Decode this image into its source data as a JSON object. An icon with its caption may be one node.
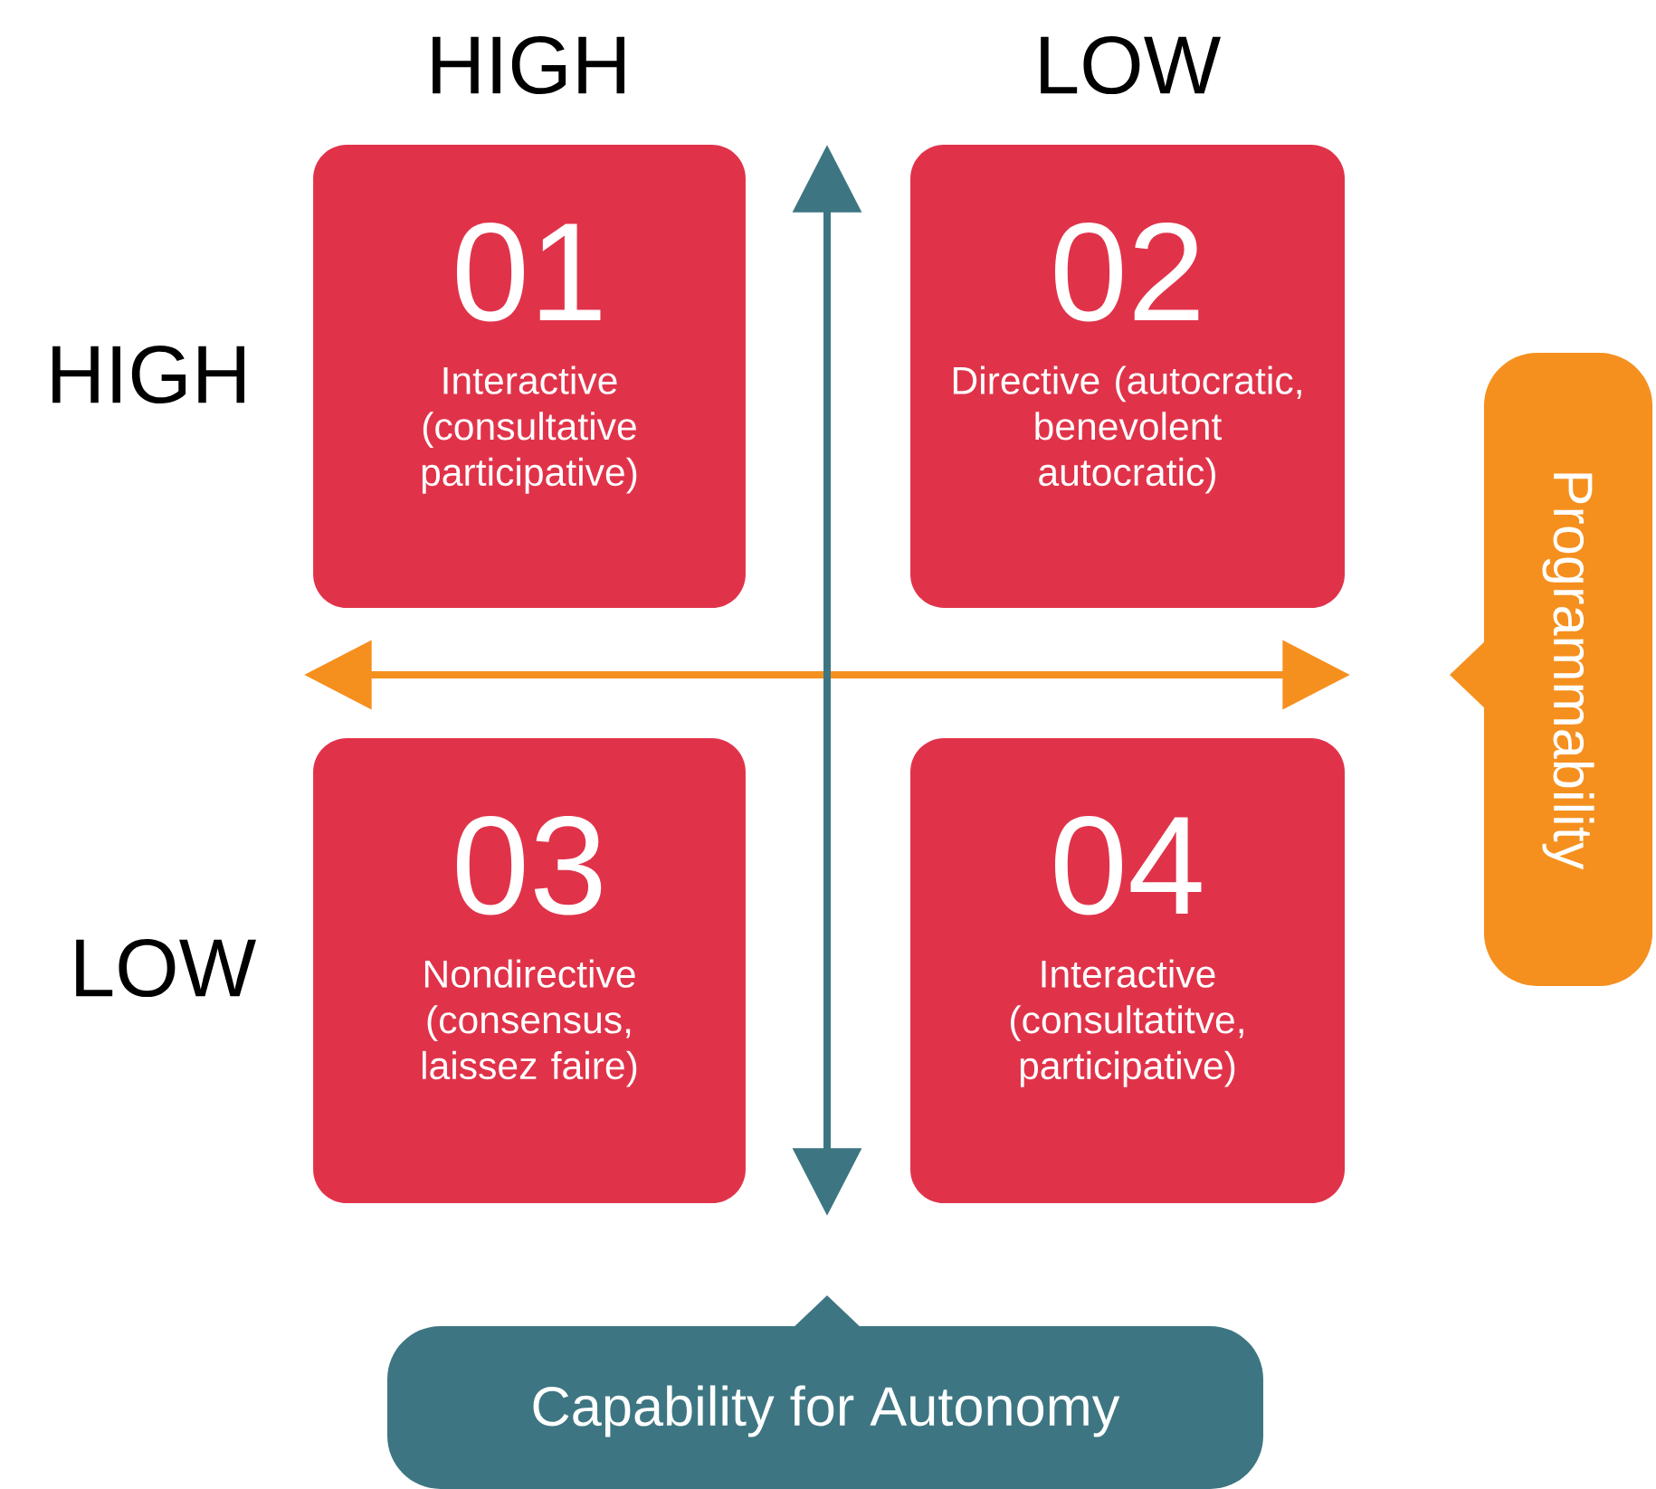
{
  "diagram": {
    "nodes": [
      {
        "text": [
          "01",
          "Interactive (consultative participative)"
        ]
      },
      {
        "text": [
          "02",
          "Directive (autocratic, benevolent autocratic)"
        ]
      },
      {
        "text": [
          "03",
          "Nondirective (consensus, laissez faire)"
        ]
      },
      {
        "text": [
          "04",
          "Interactive (consultatitve, participative)"
        ]
      },
      {
        "text": [
          "Programmability"
        ]
      },
      {
        "text": [
          "Capability for Autonomy"
        ]
      }
    ],
    "labels": [
      "HIGH",
      "LOW",
      "HIGH",
      "LOW"
    ]
  }
}
